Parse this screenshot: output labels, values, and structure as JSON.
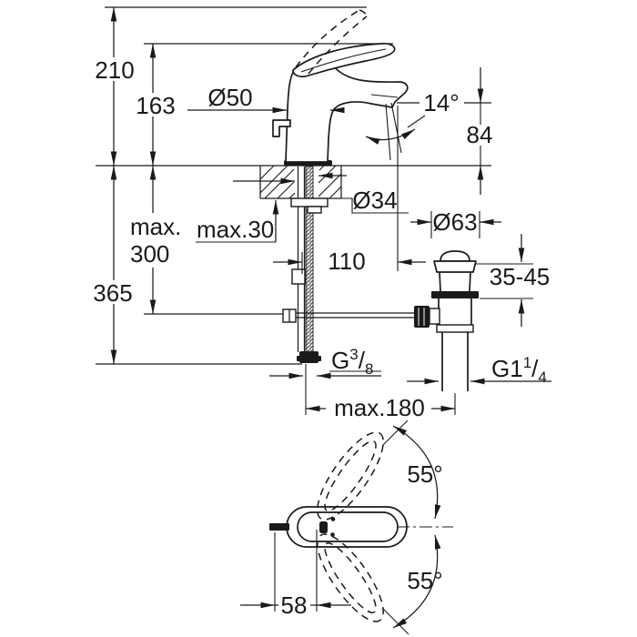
{
  "meta": {
    "description": "Technical dimension drawing of a single-lever basin mixer tap with pop-up waste: side elevation with mounting section and plan view with handle swivel range",
    "units": "mm",
    "line_color": "#1a1a1a",
    "background_color": "#ffffff"
  },
  "labels": {
    "overall_height": "210",
    "lever_height": "163",
    "body_diameter": "Ø50",
    "spout_angle": "14°",
    "outlet_height": "84",
    "rod_depth": {
      "line1": "max.",
      "line2": "300"
    },
    "deck_thickness": "max.30",
    "hole_diameter": "Ø34",
    "spout_projection": "110",
    "waste_flange_diameter": "Ø63",
    "clamping_range": "35-45",
    "hose_length": "365",
    "supply_thread": {
      "prefix": "G",
      "numerator": "3",
      "denominator": "8"
    },
    "waste_thread": {
      "prefix": "G1",
      "numerator": "1",
      "denominator": "4"
    },
    "hole_distance": "max.180",
    "swivel_angle_upper": "55°",
    "swivel_angle_lower": "55°",
    "rod_offset": "58"
  }
}
